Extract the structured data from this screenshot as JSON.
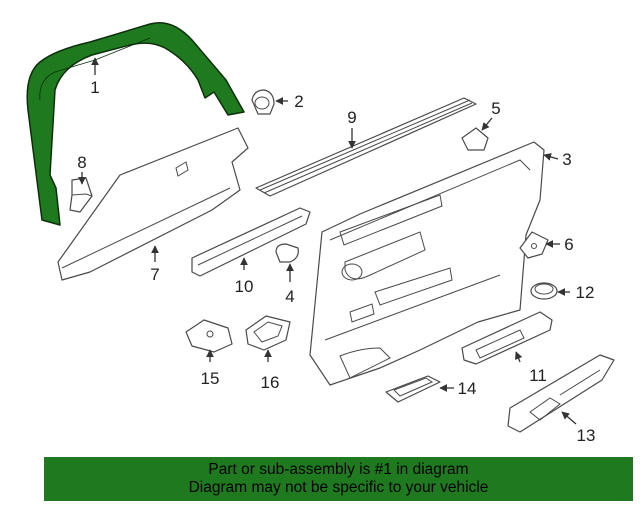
{
  "colors": {
    "highlight": "#1f7a1f",
    "banner_background": "#1f7a1f",
    "line": "#4a4a4a"
  },
  "callouts": [
    "1",
    "2",
    "3",
    "4",
    "5",
    "6",
    "7",
    "8",
    "9",
    "10",
    "11",
    "12",
    "13",
    "14",
    "15",
    "16"
  ],
  "highlighted_part": "1",
  "banner": {
    "line1": "Part or sub-assembly is #1 in diagram",
    "line2": "Diagram may not be specific to your vehicle"
  }
}
